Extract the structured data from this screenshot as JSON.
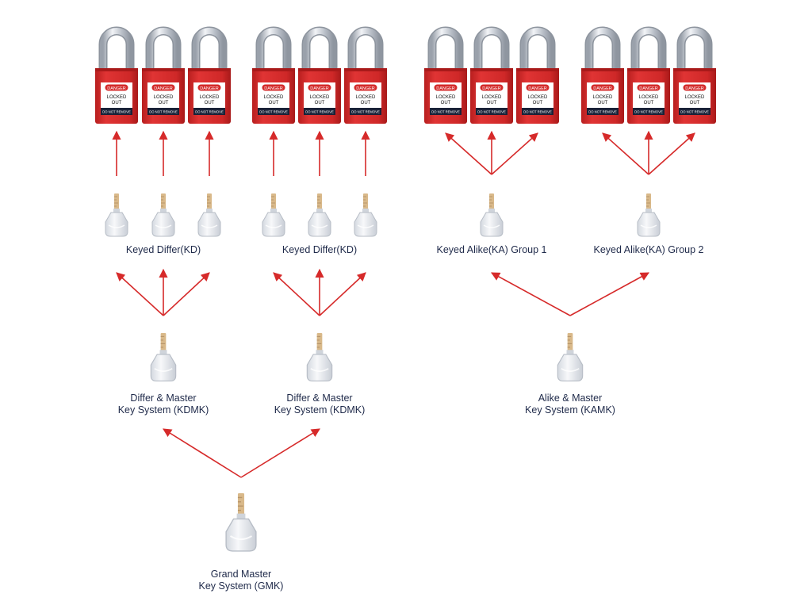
{
  "diagram": {
    "colors": {
      "arrow": "#d62a2a",
      "padlock_body": "#d42a2a",
      "padlock_dark": "#a81a1a",
      "shackle": "#c9ced6",
      "key_bow": "#e8ebf0",
      "key_blade": "#d9b98a",
      "label_text": "#1f2a4a"
    },
    "padlock_tag": {
      "danger": "DANGER",
      "status_line1": "LOCKED",
      "status_line2": "OUT",
      "footer": "DO NOT REMOVE"
    },
    "level_labels": {
      "kd_1": "Keyed Differ(KD)",
      "kd_2": "Keyed Differ(KD)",
      "ka_1": "Keyed Alike(KA) Group 1",
      "ka_2": "Keyed Alike(KA) Group 2",
      "kdmk_1_line1": "Differ & Master",
      "kdmk_1_line2": "Key System (KDMK)",
      "kdmk_2_line1": "Differ & Master",
      "kdmk_2_line2": "Key System (KDMK)",
      "kamk_line1": "Alike & Master",
      "kamk_line2": "Key System (KAMK)",
      "gmk_line1": "Grand Master",
      "gmk_line2": "Key System (GMK)"
    },
    "padlock_count": 12,
    "key_count": 12
  }
}
